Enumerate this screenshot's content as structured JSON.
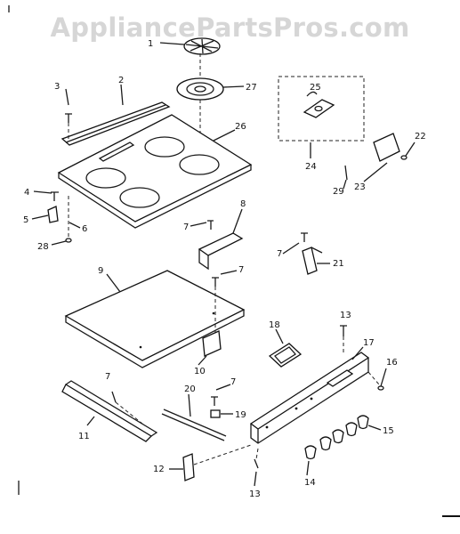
{
  "watermark": "AppliancePartsPros.com",
  "callouts": [
    {
      "id": "c1",
      "text": "1"
    },
    {
      "id": "c2",
      "text": "2"
    },
    {
      "id": "c3",
      "text": "3"
    },
    {
      "id": "c27",
      "text": "27"
    },
    {
      "id": "c26",
      "text": "26"
    },
    {
      "id": "c25",
      "text": "25"
    },
    {
      "id": "c24",
      "text": "24"
    },
    {
      "id": "c22",
      "text": "22"
    },
    {
      "id": "c23",
      "text": "23"
    },
    {
      "id": "c29",
      "text": "29"
    },
    {
      "id": "c4",
      "text": "4"
    },
    {
      "id": "c5",
      "text": "5"
    },
    {
      "id": "c6",
      "text": "6"
    },
    {
      "id": "c28",
      "text": "28"
    },
    {
      "id": "c7a",
      "text": "7"
    },
    {
      "id": "c8",
      "text": "8"
    },
    {
      "id": "c7b",
      "text": "7"
    },
    {
      "id": "c21",
      "text": "21"
    },
    {
      "id": "c9",
      "text": "9"
    },
    {
      "id": "c7c",
      "text": "7"
    },
    {
      "id": "c10",
      "text": "10"
    },
    {
      "id": "c18",
      "text": "18"
    },
    {
      "id": "c13a",
      "text": "13"
    },
    {
      "id": "c17",
      "text": "17"
    },
    {
      "id": "c16",
      "text": "16"
    },
    {
      "id": "c7d",
      "text": "7"
    },
    {
      "id": "c20",
      "text": "20"
    },
    {
      "id": "c7e",
      "text": "7"
    },
    {
      "id": "c19",
      "text": "19"
    },
    {
      "id": "c11",
      "text": "11"
    },
    {
      "id": "c15",
      "text": "15"
    },
    {
      "id": "c12",
      "text": "12"
    },
    {
      "id": "c14",
      "text": "14"
    },
    {
      "id": "c13b",
      "text": "13"
    }
  ]
}
